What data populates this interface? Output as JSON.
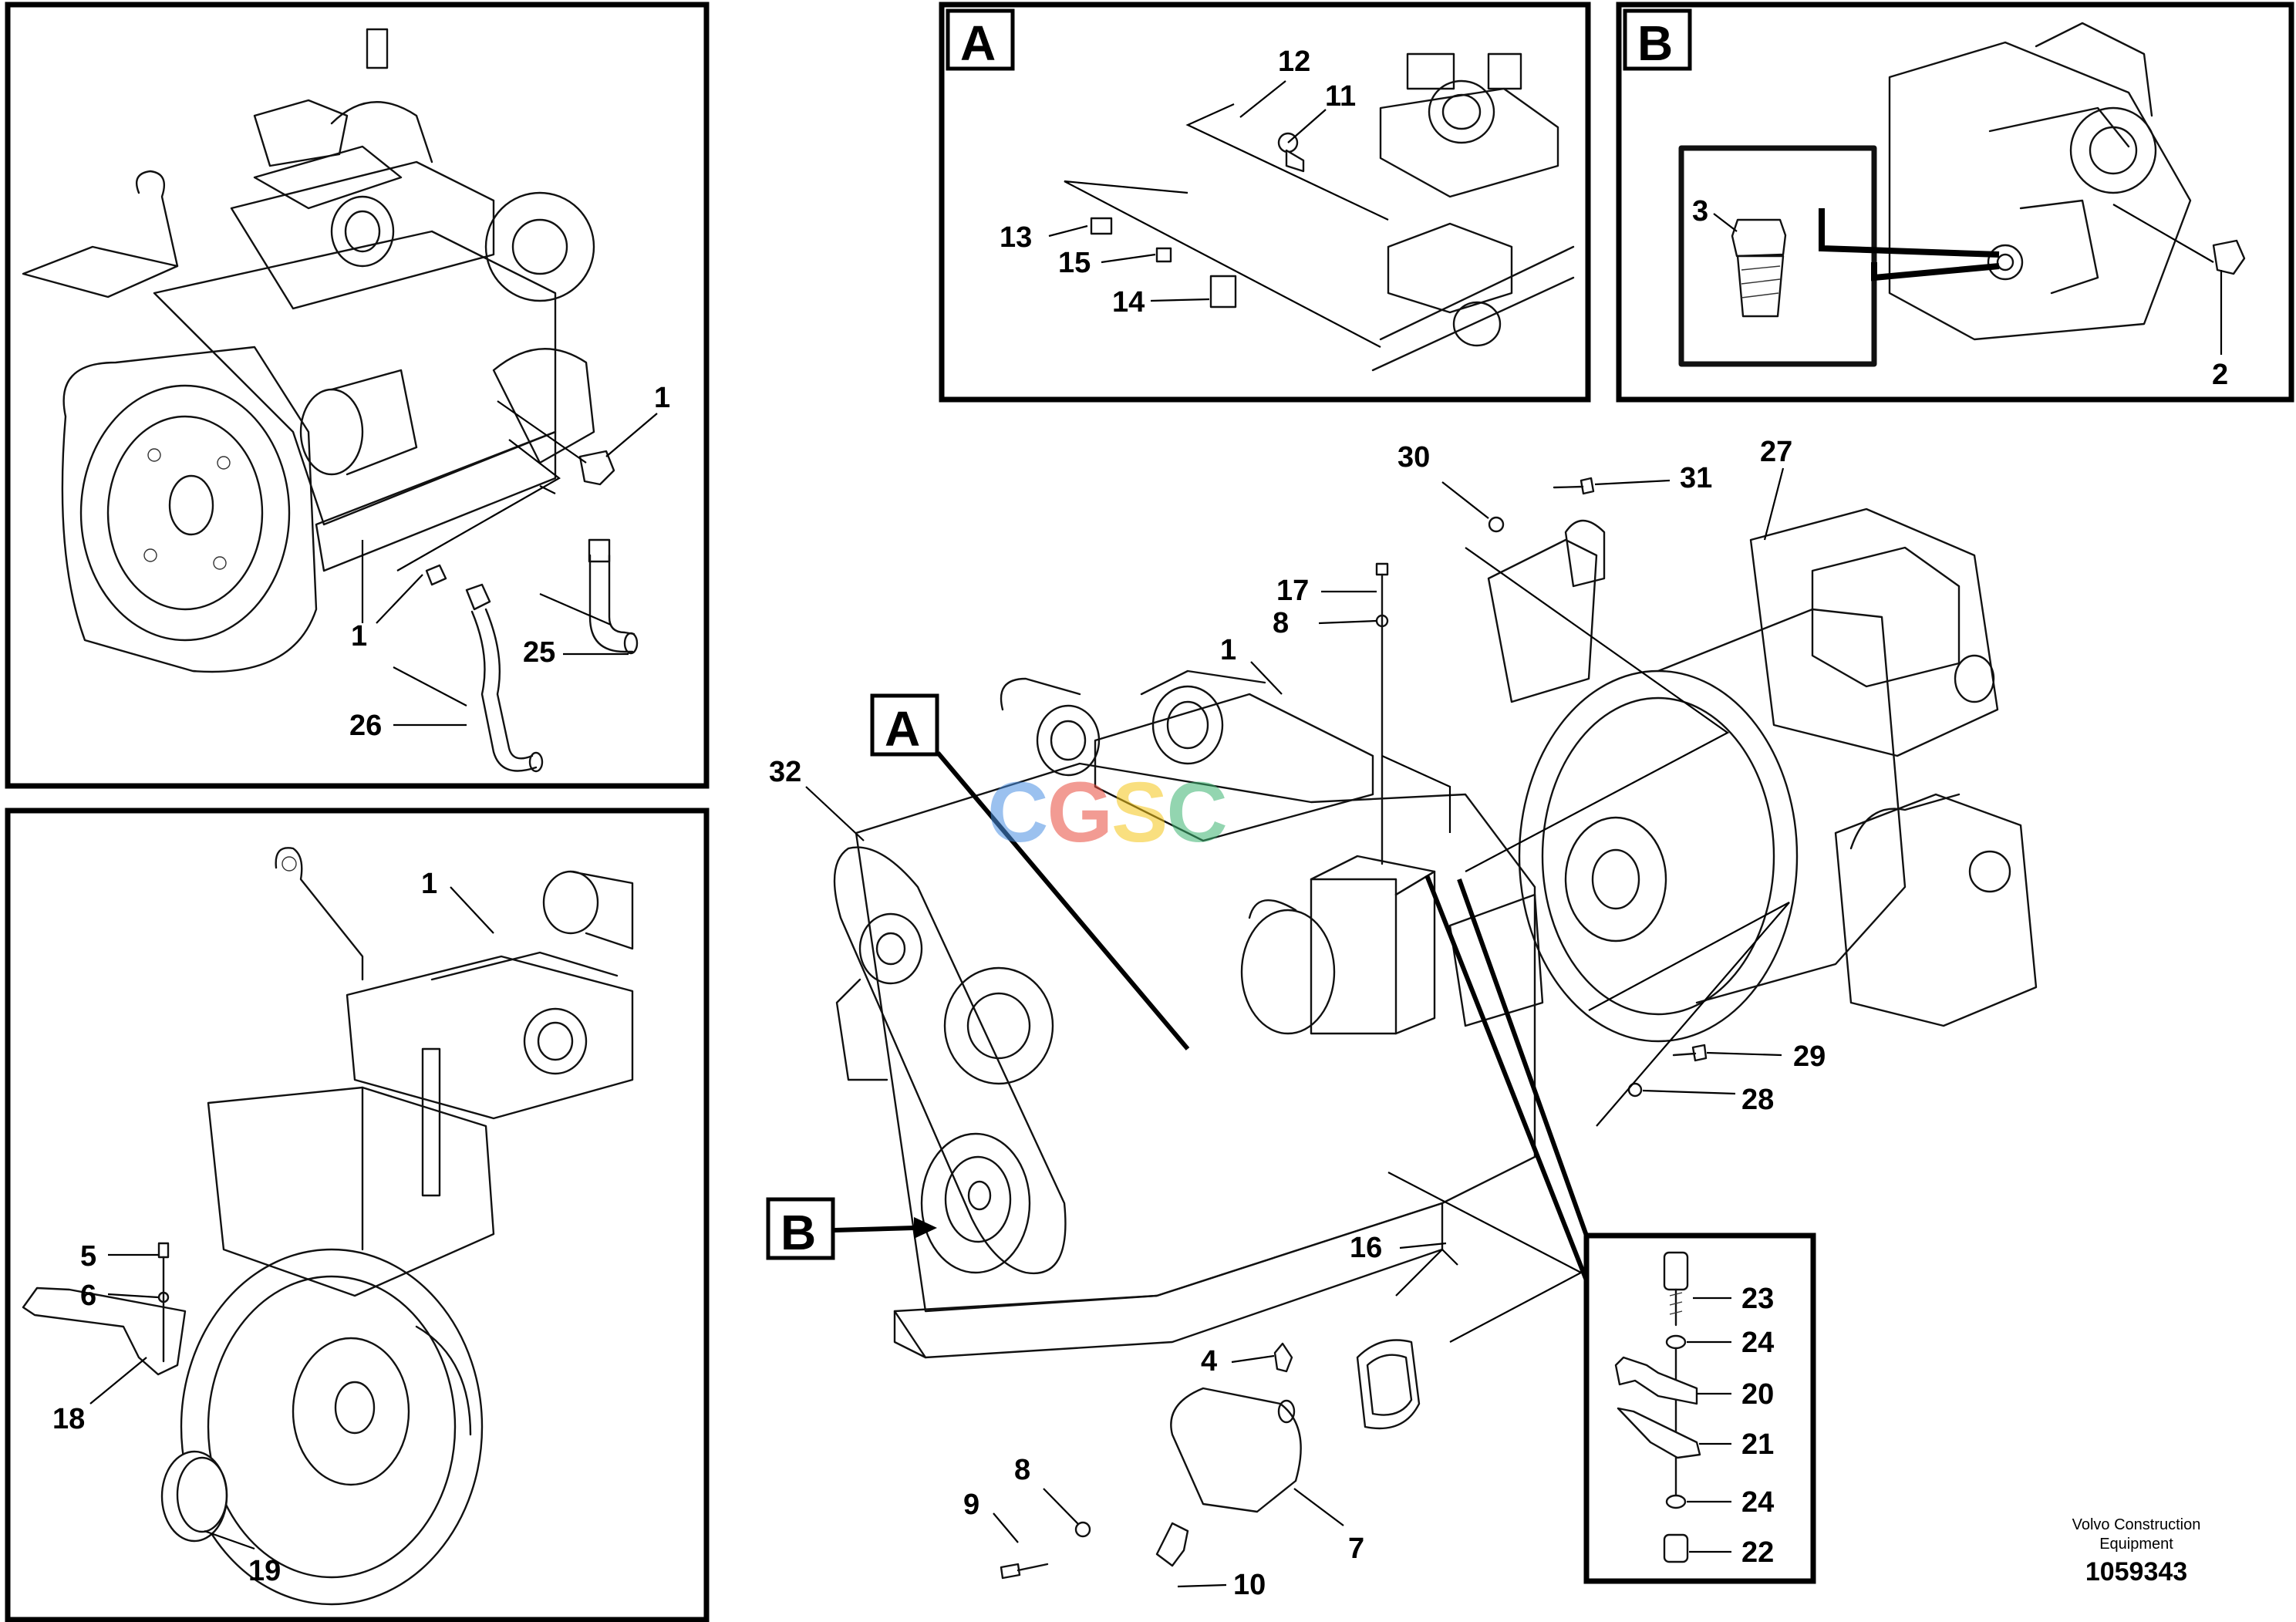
{
  "diagram": {
    "callouts": {
      "panel_top_left": [
        {
          "id": "c-1a",
          "text": "1"
        },
        {
          "id": "c-1b",
          "text": "1"
        },
        {
          "id": "c-25",
          "text": "25"
        },
        {
          "id": "c-26",
          "text": "26"
        }
      ],
      "panel_bottom_left": [
        {
          "id": "c-1c",
          "text": "1"
        },
        {
          "id": "c-5",
          "text": "5"
        },
        {
          "id": "c-6",
          "text": "6"
        },
        {
          "id": "c-18",
          "text": "18"
        },
        {
          "id": "c-19",
          "text": "19"
        }
      ],
      "detail_a": [
        {
          "id": "c-12",
          "text": "12"
        },
        {
          "id": "c-11",
          "text": "11"
        },
        {
          "id": "c-13",
          "text": "13"
        },
        {
          "id": "c-15",
          "text": "15"
        },
        {
          "id": "c-14",
          "text": "14"
        }
      ],
      "detail_b": [
        {
          "id": "c-3",
          "text": "3"
        },
        {
          "id": "c-2",
          "text": "2"
        }
      ],
      "main": [
        {
          "id": "c-30",
          "text": "30"
        },
        {
          "id": "c-31",
          "text": "31"
        },
        {
          "id": "c-27",
          "text": "27"
        },
        {
          "id": "c-17",
          "text": "17"
        },
        {
          "id": "c-8a",
          "text": "8"
        },
        {
          "id": "c-1d",
          "text": "1"
        },
        {
          "id": "c-32",
          "text": "32"
        },
        {
          "id": "c-29",
          "text": "29"
        },
        {
          "id": "c-28",
          "text": "28"
        },
        {
          "id": "c-16",
          "text": "16"
        },
        {
          "id": "c-4",
          "text": "4"
        },
        {
          "id": "c-8b",
          "text": "8"
        },
        {
          "id": "c-9",
          "text": "9"
        },
        {
          "id": "c-7",
          "text": "7"
        },
        {
          "id": "c-10",
          "text": "10"
        }
      ],
      "detail_stack": [
        {
          "id": "c-23",
          "text": "23"
        },
        {
          "id": "c-24a",
          "text": "24"
        },
        {
          "id": "c-20",
          "text": "20"
        },
        {
          "id": "c-21",
          "text": "21"
        },
        {
          "id": "c-24b",
          "text": "24"
        },
        {
          "id": "c-22",
          "text": "22"
        }
      ]
    },
    "detail_tags": {
      "a_box": "A",
      "b_box": "B",
      "a_main": "A",
      "b_main": "B"
    },
    "watermark": [
      "C",
      "G",
      "S",
      "C"
    ],
    "watermark_colors": [
      "#4a90e2",
      "#e94b3c",
      "#f5c518",
      "#3cb371"
    ]
  },
  "footer": {
    "company": "Volvo Construction Equipment",
    "document_number": "1059343"
  }
}
